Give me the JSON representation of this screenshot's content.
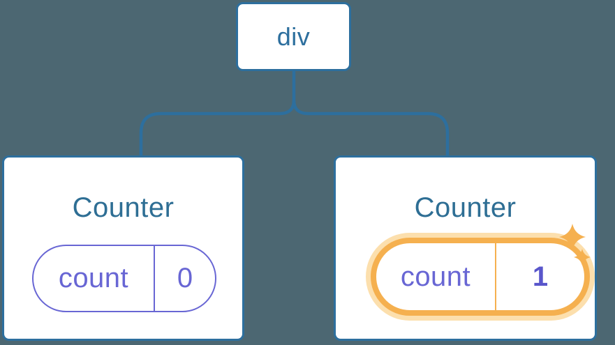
{
  "colors": {
    "background": "#4c6772",
    "card_bg": "#ffffff",
    "blue": "#2d6f9e",
    "text_blue": "#2e6e94",
    "purple": "#6866d4",
    "purple_bold": "#5956cb",
    "orange": "#f5b04f",
    "orange_glow": "#fcdfad"
  },
  "tree": {
    "root": {
      "label": "div"
    },
    "children": [
      {
        "title": "Counter",
        "state": {
          "key": "count",
          "value": "0",
          "highlighted": false
        }
      },
      {
        "title": "Counter",
        "state": {
          "key": "count",
          "value": "1",
          "highlighted": true
        }
      }
    ]
  },
  "icons": {
    "sparkles": "four-point-stars"
  }
}
